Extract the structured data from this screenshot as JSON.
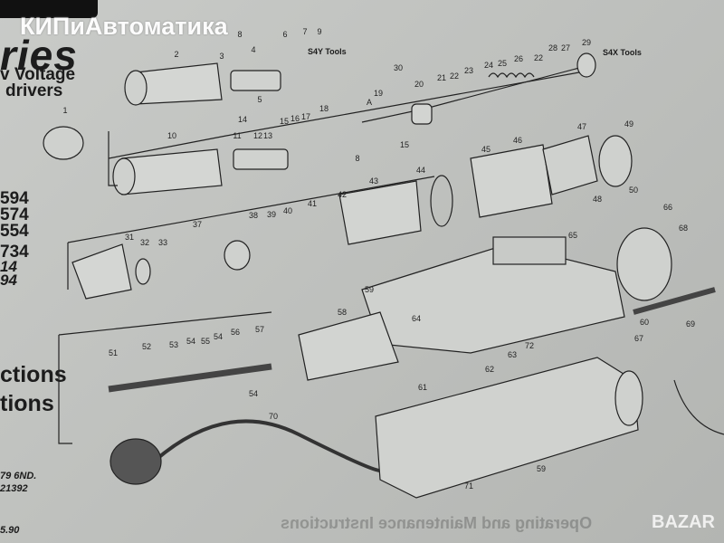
{
  "watermark": "КИПиАвтоматика",
  "header": {
    "series": "ries",
    "line1": "v Voltage",
    "line2": "drivers"
  },
  "model_codes": [
    "594",
    "574",
    "554",
    "734",
    "14",
    "94"
  ],
  "sections": [
    "ctions",
    "tions"
  ],
  "address": {
    "line1": "79 6ND.",
    "line2": "21392"
  },
  "footer_code": "5.90",
  "bottom_text": "Operating and Maintenance Instructions",
  "tool_groups": {
    "s4y": "S4Y Tools",
    "s4x": "S4X Tools"
  },
  "part_labels": [
    "8",
    "6",
    "7",
    "9",
    "4",
    "2",
    "3",
    "5",
    "1",
    "30",
    "19",
    "A",
    "20",
    "21",
    "22",
    "23",
    "24",
    "25",
    "26",
    "22",
    "28",
    "27",
    "29",
    "14",
    "15",
    "16",
    "17",
    "18",
    "10",
    "11",
    "12",
    "13",
    "15",
    "8",
    "47",
    "49",
    "45",
    "46",
    "44",
    "43",
    "48",
    "50",
    "41",
    "42",
    "40",
    "39",
    "38",
    "37",
    "31",
    "32",
    "33",
    "66",
    "68",
    "65",
    "59",
    "58",
    "64",
    "60",
    "69",
    "67",
    "63",
    "72",
    "57",
    "56",
    "55",
    "54",
    "54",
    "53",
    "52",
    "51",
    "54",
    "62",
    "61",
    "70",
    "59",
    "71"
  ],
  "site_logo": "BAZAR"
}
